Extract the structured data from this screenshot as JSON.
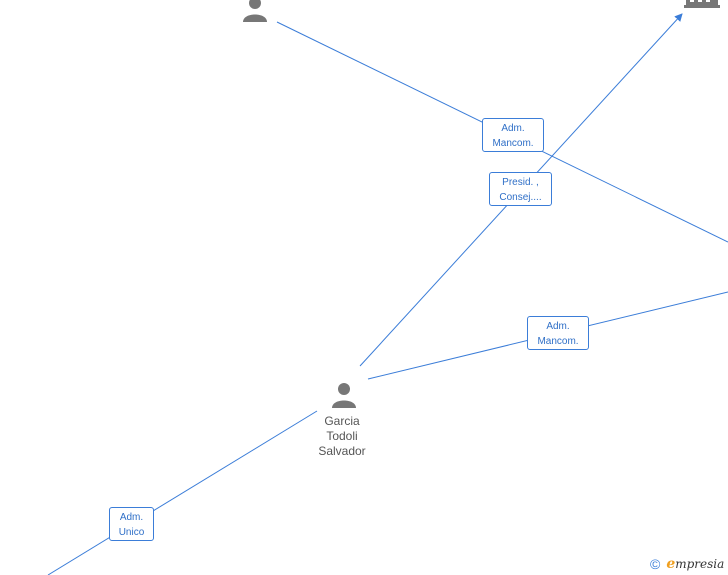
{
  "nodes": {
    "person_center": {
      "label_lines": [
        "Garcia",
        "Todoli",
        "Salvador"
      ]
    }
  },
  "edges": {
    "top_person_adm_mancom": {
      "label_lines": [
        "Adm.",
        "Mancom."
      ]
    },
    "presid_consej": {
      "label_lines": [
        "Presid. ,",
        "Consej...."
      ]
    },
    "center_adm_mancom": {
      "label_lines": [
        "Adm.",
        "Mancom."
      ]
    },
    "adm_unico": {
      "label_lines": [
        "Adm.",
        "Unico"
      ]
    }
  },
  "watermark": {
    "copyright_symbol": "©",
    "brand_initial": "e",
    "brand_rest": "mpresia"
  },
  "colors": {
    "edge": "#3b7dd8",
    "icon": "#777777",
    "label_text": "#555555"
  }
}
